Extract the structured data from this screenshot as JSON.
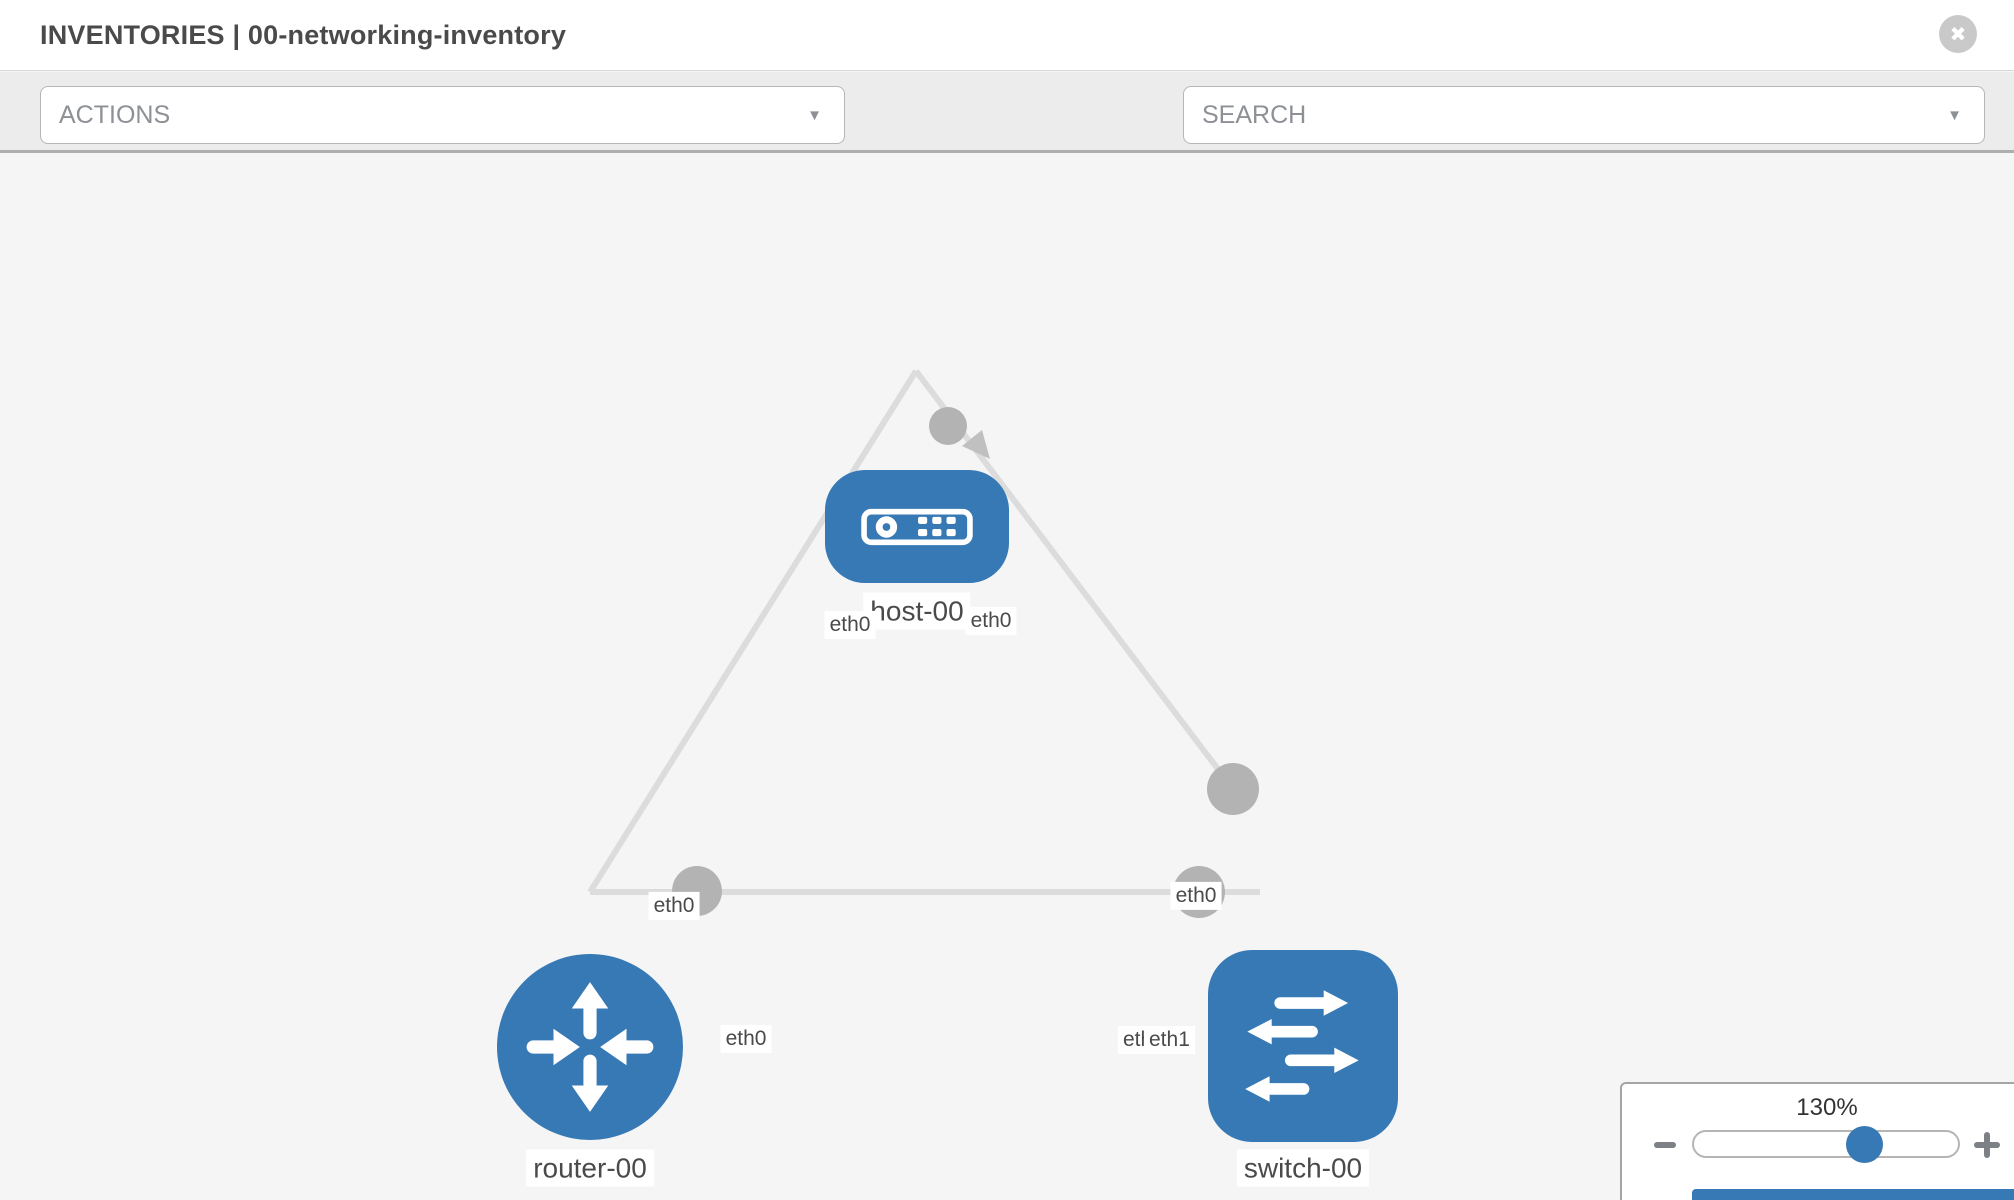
{
  "header": {
    "title": "INVENTORIES | 00-networking-inventory",
    "close_glyph": "✖"
  },
  "toolbar": {
    "actions_label": "ACTIONS",
    "search_label": "SEARCH",
    "caret_glyph": "▼",
    "icons": [
      "wrench-icon",
      "key-icon"
    ]
  },
  "diagram": {
    "nodes": [
      {
        "label": "host-00",
        "type": "host"
      },
      {
        "label": "router-00",
        "type": "router"
      },
      {
        "label": "switch-00",
        "type": "switch"
      }
    ],
    "links": [
      {
        "from": "host-00",
        "to": "router-00",
        "from_interface": "eth0",
        "to_interface": "eth0"
      },
      {
        "from": "host-00",
        "to": "switch-00",
        "from_interface": "eth0",
        "to_interface": "eth0"
      },
      {
        "from": "router-00",
        "to": "switch-00",
        "from_interface": "eth0",
        "to_interface": "eth1"
      }
    ],
    "overlapped_label_behind_eth1": "eth0"
  },
  "zoom_control": {
    "level": "130%",
    "icons": [
      "zoom-out-icon",
      "zoom-in-icon"
    ]
  },
  "colors": {
    "node_blue": "#3779b5",
    "link_gray": "#dcdcdc",
    "connector_gray": "#b3b3b3",
    "toolbar_bg": "#ececec",
    "canvas_bg": "#f5f5f5",
    "chip_text": "#4a4a4a"
  }
}
